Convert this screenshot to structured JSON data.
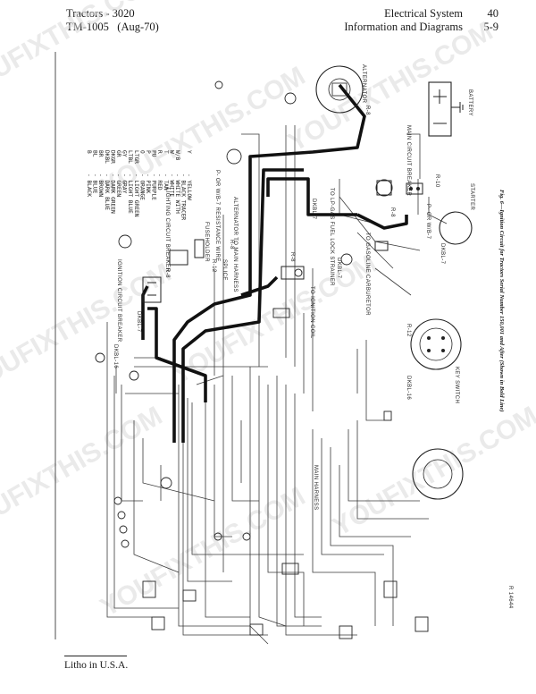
{
  "header": {
    "model": "Tractors - 3020",
    "manual": "TM-1005",
    "date": "(Aug-70)",
    "section": "Electrical System",
    "page": "40",
    "subsection": "Information and Diagrams",
    "page_ref": "5-9"
  },
  "legend": [
    {
      "code": "B",
      "color": "BLACK"
    },
    {
      "code": "BL",
      "color": "BLUE"
    },
    {
      "code": "BR",
      "color": "BROWN"
    },
    {
      "code": "DKBL",
      "color": "DARK BLUE"
    },
    {
      "code": "DKGR",
      "color": "DARK GREEN"
    },
    {
      "code": "GR",
      "color": "GREEN"
    },
    {
      "code": "GY",
      "color": "GRAY"
    },
    {
      "code": "LTBL",
      "color": "LIGHT BLUE"
    },
    {
      "code": "LTGR",
      "color": "LIGHT GREEN"
    },
    {
      "code": "O",
      "color": "ORANGE"
    },
    {
      "code": "P",
      "color": "PINK"
    },
    {
      "code": "PU",
      "color": "PURPLE"
    },
    {
      "code": "R",
      "color": "RED"
    },
    {
      "code": "T",
      "color": "TAN"
    },
    {
      "code": "W",
      "color": "WHITE"
    },
    {
      "code": "W/B",
      "color": "WHITE WITH BLACK TRACER"
    },
    {
      "code": "Y",
      "color": "YELLOW"
    }
  ],
  "labels": {
    "alternator": "ALTERNATOR",
    "battery": "BATTERY",
    "main_cb": "MAIN CIRCUIT BREAKER",
    "starter": "STARTER",
    "lp_gas": "TO LP-GAS FUEL LOCK STRAINER",
    "resistance": "P- OR W/B-7 RESISTANCE WIRE",
    "alt_main": "ALTERNATOR TO MAIN HARNESS",
    "lighting_cb": "LIGHTING CIRCUIT BREAKER",
    "fuseholder": "FUSEHOLDER",
    "splice": "SPLICE",
    "ignition_cb": "IGNITION CIRCUIT BREAKER",
    "to_ign_coil": "TO IGNITION COIL",
    "gas_carb": "TO GASOLINE CARBURETOR",
    "key_switch": "KEY SWITCH",
    "main_harness": "MAIN HARNESS",
    "r8": "R-8",
    "r10": "R-10",
    "r12": "R-12",
    "dkbl7": "DKBL-7",
    "dkbl16": "DKBL-16",
    "p_or_wb7": "P- OR W/B-7"
  },
  "caption": "Fig. 6—Ignition Circuit for Tractors Serial Number 150,001 and After (Shown in Bold Line)",
  "figure_id": "R 14644",
  "watermark": "YOUFIXTHIS.COM",
  "footer": "Litho in U.S.A."
}
